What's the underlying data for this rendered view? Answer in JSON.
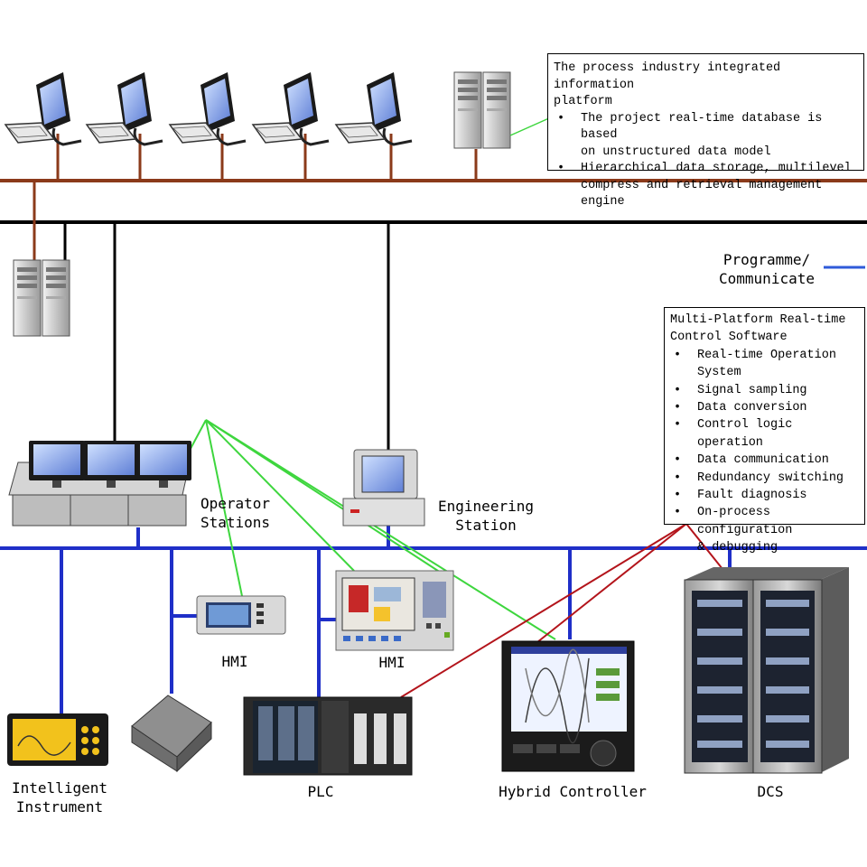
{
  "info_box": {
    "title": "The process industry integrated information\nplatform",
    "bullets": [
      "The project real-time database is based\non unstructured data model",
      "Hierarchical data storage, multilevel\ncompress and retrieval management engine"
    ]
  },
  "legend": {
    "label_line1": "Programme/",
    "label_line2": "Communicate",
    "line_color": "#2f5bd9"
  },
  "control_box": {
    "title": "Multi-Platform Real-time\nControl Software",
    "bullets": [
      "Real-time Operation\nSystem",
      "Signal sampling",
      "Data conversion",
      "Control logic operation",
      "Data communication",
      "Redundancy switching",
      "Fault diagnosis",
      "On-process configuration\n& debugging"
    ]
  },
  "labels": {
    "operator_stations_1": "Operator",
    "operator_stations_2": "Stations",
    "engineering_station_1": "Engineering",
    "engineering_station_2": "Station",
    "hmi_small": "HMI",
    "hmi_large": "HMI",
    "intelligent_instrument_1": "Intelligent",
    "intelligent_instrument_2": "Instrument",
    "plc": "PLC",
    "hybrid_controller": "Hybrid Controller",
    "dcs": "DCS"
  },
  "colors": {
    "top_network": "#8b3a1a",
    "black_network": "#000000",
    "field_network": "#1f2fc8",
    "green_links": "#3ed63e",
    "red_links": "#b3141b"
  }
}
